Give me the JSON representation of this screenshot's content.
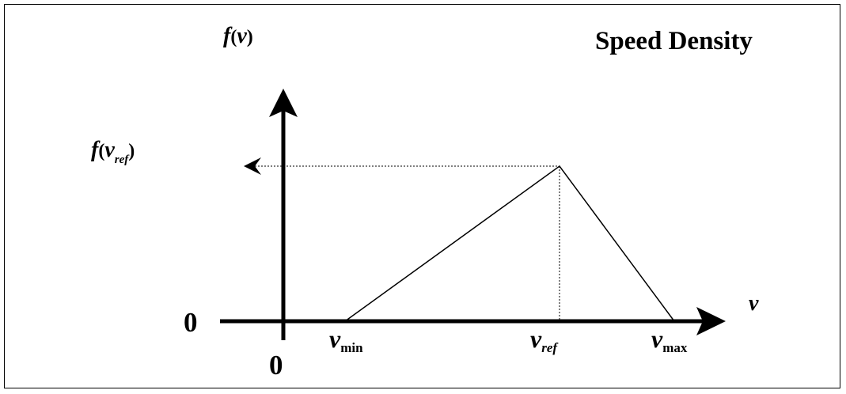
{
  "title": "Speed Density",
  "y_axis_label": {
    "main": "f",
    "paren_open": "(",
    "var": "v",
    "paren_close": ")"
  },
  "x_axis_label": "v",
  "f_vref_label": {
    "main": "f",
    "paren_open": "(",
    "var": "v",
    "sub": "ref",
    "paren_close": ")"
  },
  "origin_x": "0",
  "origin_y": "0",
  "v_min": {
    "var": "v",
    "sub": "min"
  },
  "v_ref": {
    "var": "v",
    "sub": "ref"
  },
  "v_max": {
    "var": "v",
    "sub": "max"
  },
  "colors": {
    "line": "#000000",
    "background": "#ffffff"
  }
}
